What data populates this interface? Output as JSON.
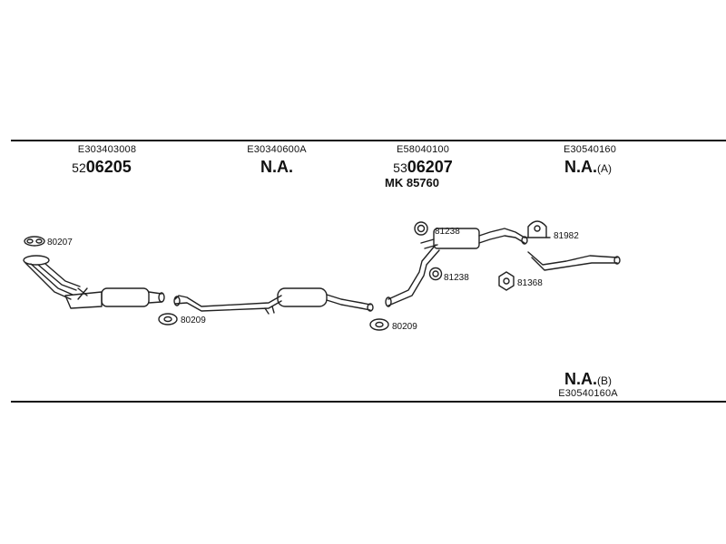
{
  "columns": [
    {
      "ref": "E303403008",
      "prefix": "52",
      "part": "06205",
      "suffix": ""
    },
    {
      "ref": "E30340600A",
      "prefix": "",
      "part": "N.A.",
      "suffix": ""
    },
    {
      "ref": "E58040100",
      "prefix": "53",
      "part": "06207",
      "suffix": "",
      "sub": "MK 85760"
    },
    {
      "ref": "E30540160",
      "prefix": "",
      "part": "N.A.",
      "suffix": "(A)"
    }
  ],
  "bottom": {
    "part": "N.A.",
    "suffix": "(B)",
    "ref": "E30540160A"
  },
  "labels": {
    "gasket_80207": "80207",
    "gasket_80209_a": "80209",
    "gasket_80209_b": "80209",
    "ring_81238_a": "81238",
    "ring_81238_b": "81238",
    "clamp_81982": "81982",
    "mount_81368": "81368"
  }
}
